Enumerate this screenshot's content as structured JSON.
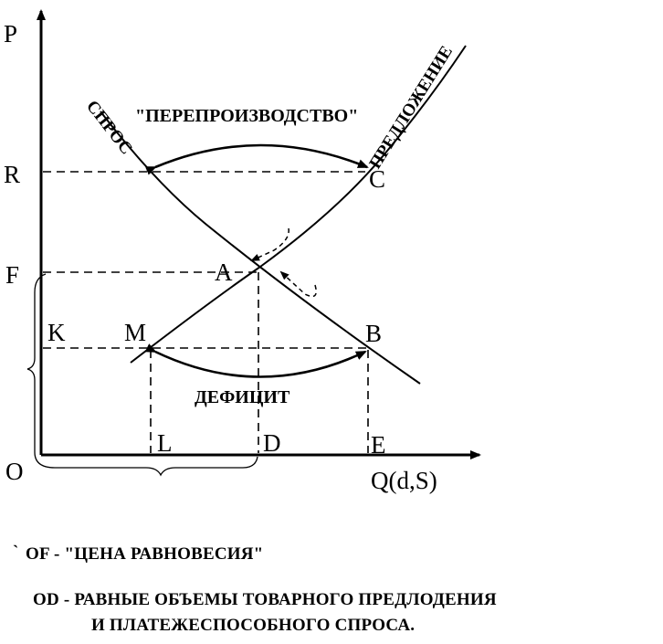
{
  "axes": {
    "y_label": "P",
    "x_label": "Q(d,S)",
    "origin": "O"
  },
  "curves": {
    "demand": "СПРОС",
    "supply": "ПРЕДЛОЖЕНИЕ"
  },
  "points": {
    "R": "R",
    "F": "F",
    "K": "K",
    "A": "A",
    "C": "C",
    "M": "M",
    "B": "B",
    "L": "L",
    "D": "D",
    "E": "E"
  },
  "captions": {
    "overproduction": "\"ПЕРЕПРОИЗВОДСТВО\"",
    "deficit": "ДЕФИЦИТ"
  },
  "notes": {
    "bullet": "`",
    "line1": "OF - \"ЦЕНА РАВНОВЕСИЯ\"",
    "line2": "OD - РАВНЫЕ ОБЪЕМЫ ТОВАРНОГО ПРЕДЛОДЕНИЯ",
    "line3": "И ПЛАТЕЖЕСПОСОБНОГО СПРОСА."
  }
}
